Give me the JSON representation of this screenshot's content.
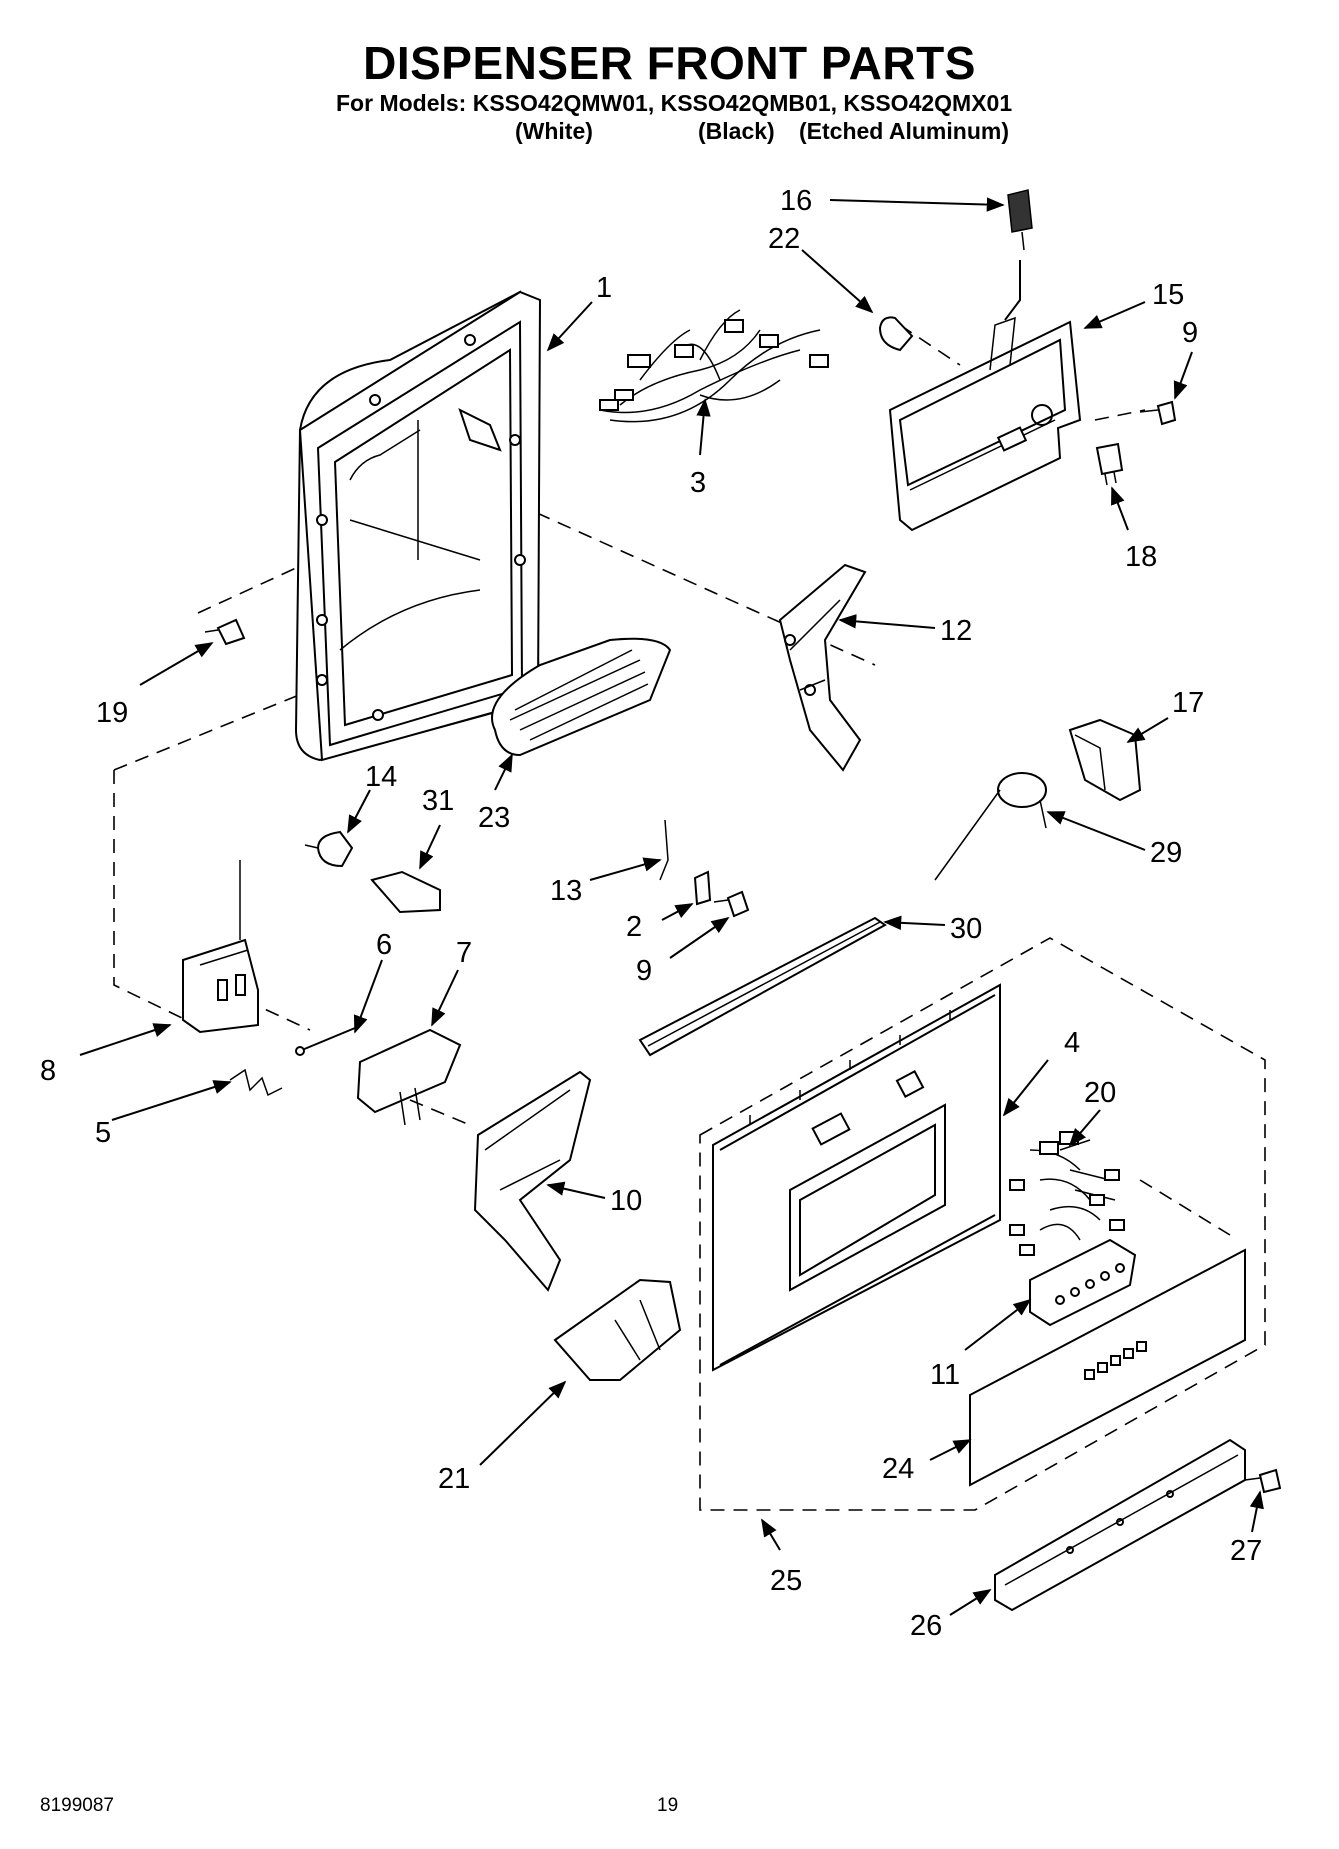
{
  "header": {
    "title": "DISPENSER FRONT PARTS",
    "models_line": "For Models: KSSO42QMW01, KSSO42QMB01, KSSO42QMX01",
    "variants": [
      "(White)",
      "(Black)",
      "(Etched Aluminum)"
    ]
  },
  "callouts": [
    "1",
    "3",
    "16",
    "22",
    "15",
    "9",
    "18",
    "12",
    "19",
    "23",
    "17",
    "14",
    "31",
    "29",
    "13",
    "2",
    "30",
    "9",
    "6",
    "7",
    "8",
    "4",
    "20",
    "5",
    "10",
    "11",
    "24",
    "21",
    "27",
    "25",
    "26"
  ],
  "footer": {
    "doc_number": "8199087",
    "page_number": "19"
  }
}
